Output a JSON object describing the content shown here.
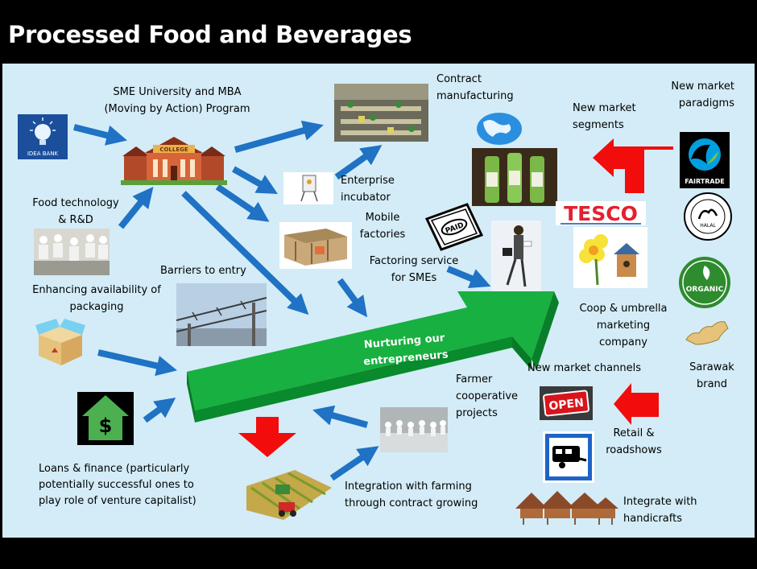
{
  "title": "Processed Food and Beverages",
  "center_label": [
    "Nurturing our",
    "entrepreneurs"
  ],
  "labels": {
    "sme_university": [
      "SME University and MBA",
      "(Moving by Action) Program"
    ],
    "contract_manufacturing": [
      "Contract",
      "manufacturing"
    ],
    "new_market_paradigms": [
      "New market",
      "paradigms"
    ],
    "new_market_segments": [
      "New market",
      "segments"
    ],
    "food_technology": [
      "Food technology",
      "& R&D"
    ],
    "enterprise_incubator": [
      "Enterprise",
      "incubator"
    ],
    "mobile_factories": [
      "Mobile",
      "factories"
    ],
    "factoring_service": [
      "Factoring service",
      "for SMEs"
    ],
    "barriers_to_entry": "Barriers to entry",
    "enhancing_packaging": [
      "Enhancing availability of",
      "packaging"
    ],
    "coop_umbrella": [
      "Coop & umbrella",
      "marketing",
      "company"
    ],
    "sarawak_brand": [
      "Sarawak",
      "brand"
    ],
    "new_market_channels": "New market channels",
    "farmer_coop": [
      "Farmer",
      "cooperative",
      "projects"
    ],
    "retail_roadshows": [
      "Retail &",
      "roadshows"
    ],
    "loans_finance": [
      "Loans & finance (particularly",
      "potentially successful ones to",
      "play role of venture capitalist)"
    ],
    "integration_farming": [
      "Integration with farming",
      "through contract growing"
    ],
    "integrate_handicrafts": [
      "Integrate with",
      "handicrafts"
    ]
  },
  "image_text": {
    "idea_bank": "IDEA BANK",
    "college": "COLLEGE",
    "tesco": "TESCO",
    "fairtrade": "FAIRTRADE",
    "halal": "HALAL",
    "organic": "ORGANIC",
    "paid": "PAID",
    "open": "OPEN",
    "dollar": "$"
  },
  "colors": {
    "background": "#d3ecf7",
    "blue_arrow": "#1f72c4",
    "green_arrow": "#10a53a",
    "red_arrow": "#f20c0c",
    "title_text": "#ffffff"
  }
}
